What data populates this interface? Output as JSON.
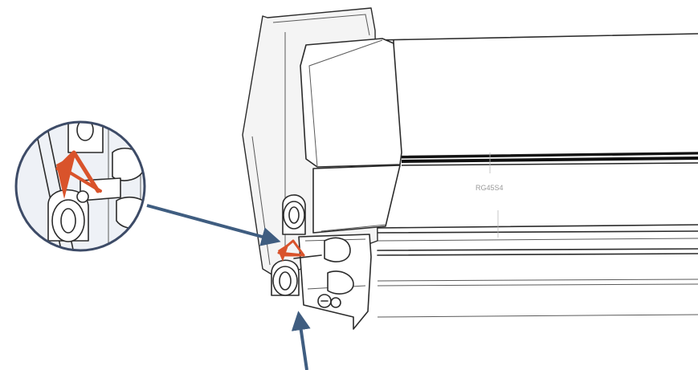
{
  "figure": {
    "part_label": "RG45S4",
    "colors": {
      "callout_ring": "#3d4b67",
      "arrow": "#3f5d80",
      "highlight": "#d9532b",
      "background": "#ffffff",
      "magnifier_fill": "#eef1f6"
    },
    "elements": [
      "roller-blind-cassette",
      "fabric-roll",
      "end-bracket",
      "spring-clip",
      "magnifier-callout",
      "callout-arrow",
      "install-direction-arrow"
    ]
  }
}
